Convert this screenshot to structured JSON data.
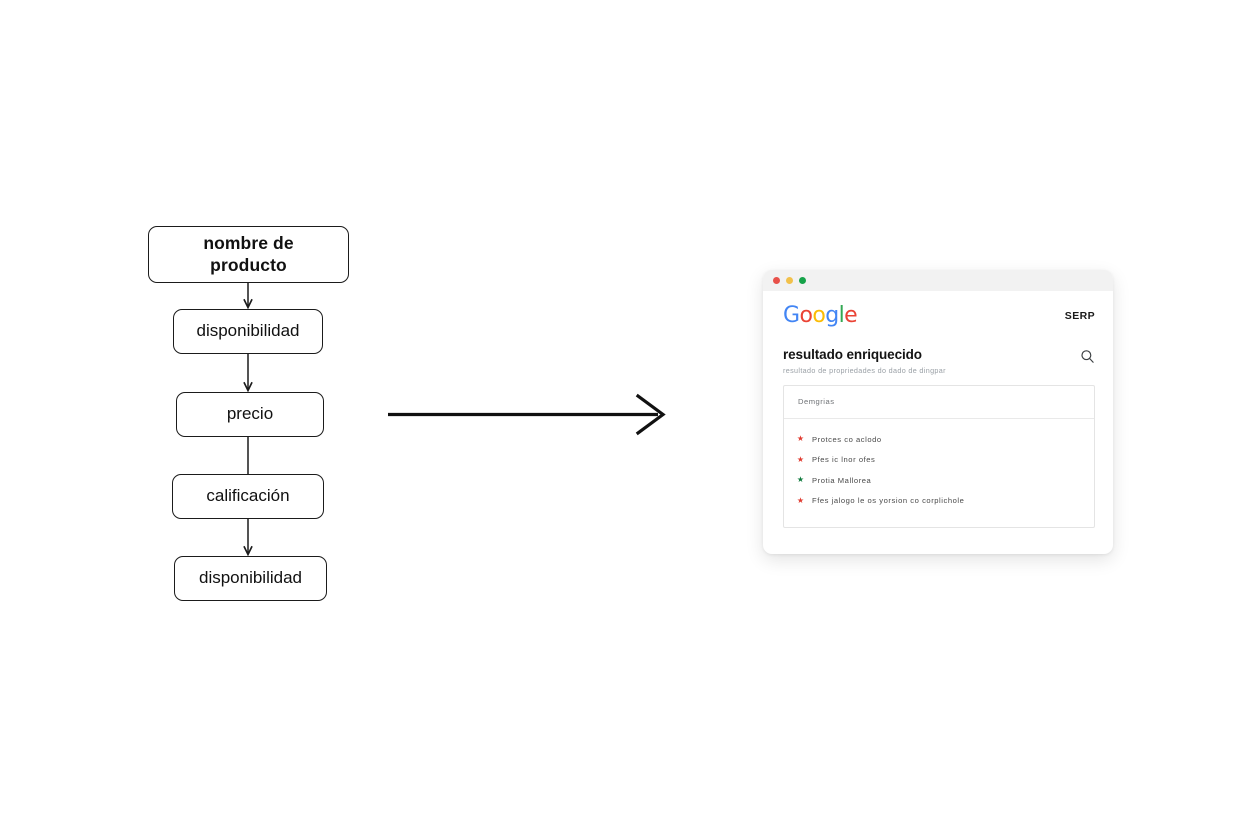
{
  "canvas": {
    "background": "#ffffff"
  },
  "flowchart": {
    "name": "esquema-de-datos-de-producto",
    "nodes": [
      {
        "id": "root",
        "label": "nombre de producto",
        "line1": "nombre de",
        "line2": "producto",
        "emphasis": "bold"
      },
      {
        "id": "n1",
        "label": "disponibilidad",
        "emphasis": "normal"
      },
      {
        "id": "n2",
        "label": "precio",
        "emphasis": "normal"
      },
      {
        "id": "n3",
        "label": "calificación",
        "emphasis": "normal"
      },
      {
        "id": "n4",
        "label": "disponibilidad",
        "emphasis": "normal"
      }
    ],
    "connectors": [
      {
        "from": "root",
        "to": "n1",
        "arrowhead": true
      },
      {
        "from": "n1",
        "to": "n2",
        "arrowhead": true
      },
      {
        "from": "n2",
        "to": "n3",
        "arrowhead": false
      },
      {
        "from": "n3",
        "to": "n4",
        "arrowhead": true
      }
    ],
    "stroke_color": "#1b1b1b",
    "fill_color": "#ffffff"
  },
  "transition": {
    "name": "flecha-de-transicion",
    "direction": "right",
    "stroke_color": "#111111"
  },
  "browser": {
    "titlebar": {
      "dots": [
        {
          "name": "close",
          "color": "#e8514a"
        },
        {
          "name": "minimize",
          "color": "#f2c14b"
        },
        {
          "name": "maximize",
          "color": "#16a34a"
        }
      ]
    },
    "brand": {
      "logo_text": "Google",
      "logo_letters": [
        {
          "char": "G",
          "color": "#4285F4"
        },
        {
          "char": "o",
          "color": "#EA4335"
        },
        {
          "char": "o",
          "color": "#FBBC05"
        },
        {
          "char": "g",
          "color": "#4285F4"
        },
        {
          "char": "l",
          "color": "#34A853"
        },
        {
          "char": "e",
          "color": "#EA4335"
        }
      ],
      "serp_label": "SERP"
    },
    "result": {
      "headline": "resultado enriquecido",
      "subline": "resultado de propriedades do dado de dingpar",
      "search_icon": "search-icon",
      "query_placeholder": "Demgrias",
      "bullets": [
        {
          "text": "Protces co aclodo",
          "star_color": "#e03a2f"
        },
        {
          "text": "Pfes ic lnor ofes",
          "star_color": "#e03a2f"
        },
        {
          "text": "Protia Mallorea",
          "star_color": "#0f7a3d"
        },
        {
          "text": "Ffes jalogo le os yorsion co corplichole",
          "star_color": "#e03a2f"
        }
      ]
    }
  }
}
